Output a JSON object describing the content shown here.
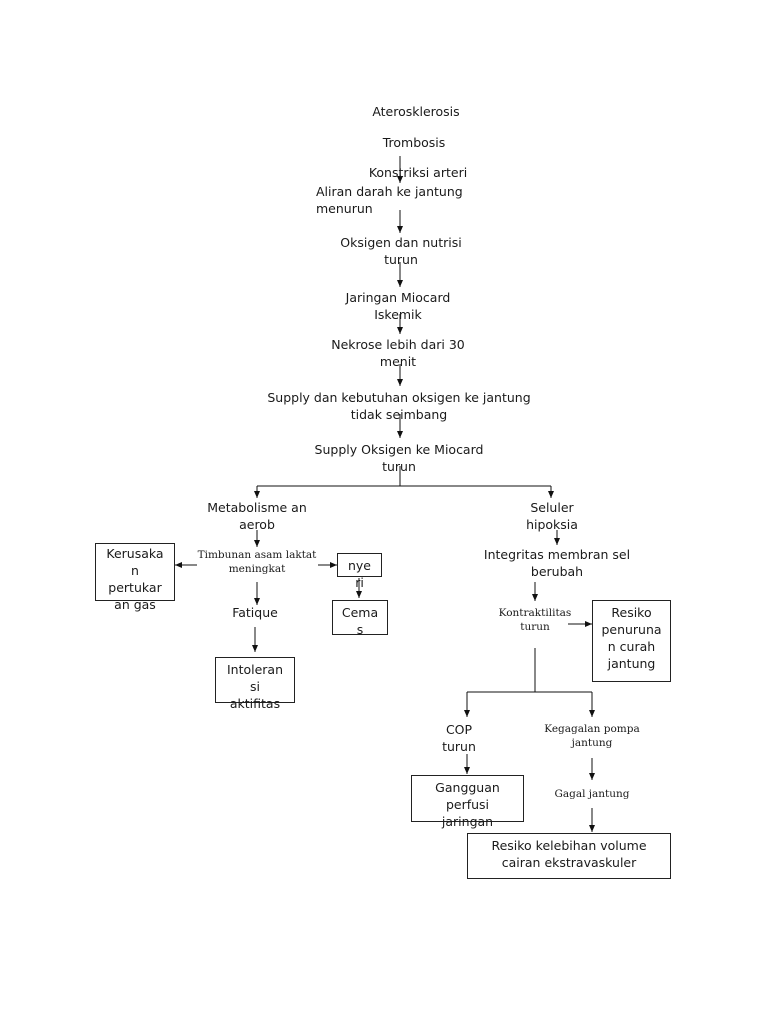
{
  "nodes": {
    "aterosklerosis": "Aterosklerosis",
    "trombosis": "Trombosis",
    "konstriksi": "Konstriksi arteri",
    "aliran": "Aliran darah ke jantung\nmenurun",
    "oksigen_nutrisi": "Oksigen dan nutrisi\nturun",
    "jaringan_miocard": "Jaringan Miocard\nIskemik",
    "nekrose": "Nekrose lebih dari 30\nmenit",
    "supply_kebutuhan": "Supply dan kebutuhan oksigen ke jantung\ntidak seimbang",
    "supply_oksigen": "Supply Oksigen ke Miocard\nturun",
    "metabolisme": "Metabolisme an\naerob",
    "seluler": "Seluler\nhipoksia",
    "timbunan": "Timbunan asam laktat\nmeningkat",
    "kerusakan": "Kerusaka\nn\npertukar\nan gas",
    "nyeri": "nye\nri",
    "fatique": "Fatique",
    "cemas": "Cema\ns",
    "intoleransi": "Intoleran\nsi\naktifitas",
    "integritas": "Integritas membran sel\nberubah",
    "kontraktilitas": "Kontraktilitas\nturun",
    "resiko_curah": "Resiko\npenuruna\nn curah\njantung",
    "cop": "COP\nturun",
    "kegagalan_pompa": "Kegagalan pompa\njantung",
    "gangguan": "Gangguan\nperfusi\njaringan",
    "gagal_jantung": "Gagal jantung",
    "resiko_volume": "Resiko kelebihan volume\ncairan ekstravaskuler"
  }
}
